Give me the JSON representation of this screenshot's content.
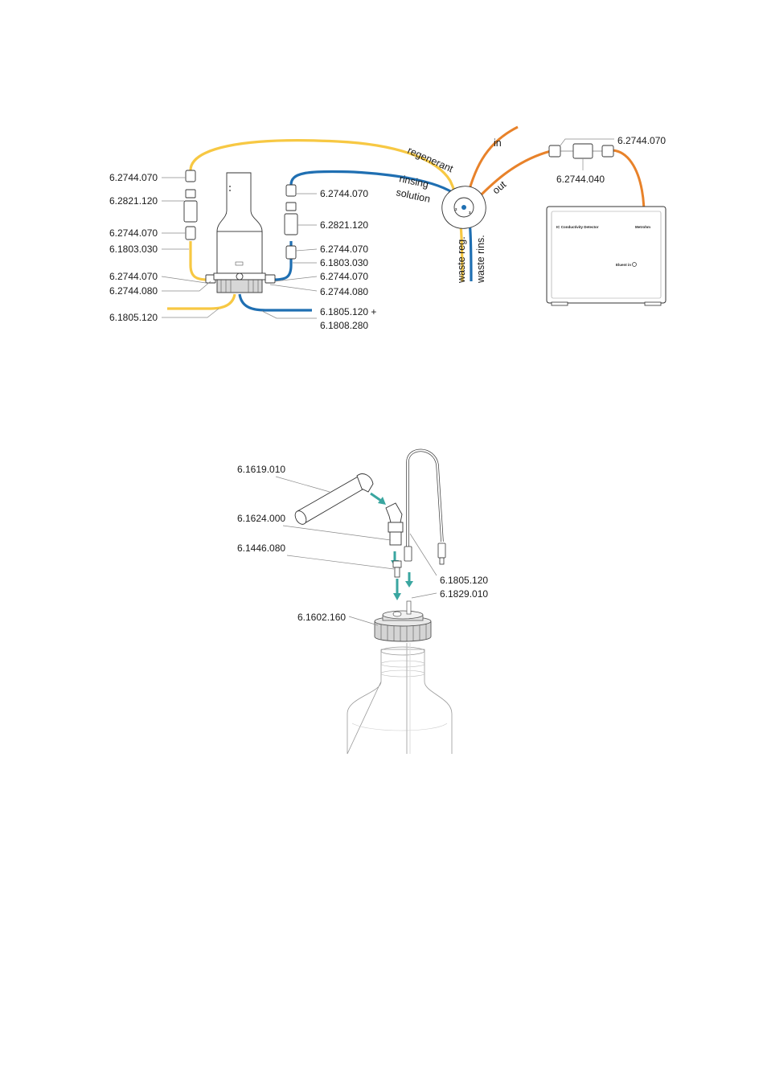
{
  "colors": {
    "regenerant_tube": "#f7c843",
    "rinsing_tube": "#1f6fb2",
    "detector_tube": "#e8822a",
    "arrow": "#3aa6a0",
    "leader": "#8a8a8a"
  },
  "figure1": {
    "left_labels": [
      "6.2744.070",
      "6.2821.120",
      "6.2744.070",
      "6.1803.030",
      "6.2744.070",
      "6.2744.080",
      "6.1805.120"
    ],
    "right_labels": [
      "6.2744.070",
      "6.2821.120",
      "6.2744.070",
      "6.1803.030",
      "6.2744.070",
      "6.2744.080",
      "6.1805.120 +",
      "6.1808.280"
    ],
    "flow_labels": {
      "regenerant": "regenerant",
      "rinsing": "rinsing",
      "solution": "solution",
      "in": "in",
      "out": "out",
      "waste_reg": "waste reg.",
      "waste_rins": "waste rins."
    },
    "detector_labels": {
      "coupler_top": "6.2744.070",
      "coupler_bottom": "6.2744.040",
      "device_name": "IC Conductivity Detector",
      "brand": "Metrohm",
      "port": "Eluent in"
    },
    "valve_ports": [
      "2",
      "3"
    ]
  },
  "figure2": {
    "labels": {
      "tube_holder": "6.1619.010",
      "adapter": "6.1624.000",
      "connector": "6.1446.080",
      "tubing": "6.1805.120",
      "coupling": "6.1829.010",
      "bottle_cap": "6.1602.160"
    }
  }
}
